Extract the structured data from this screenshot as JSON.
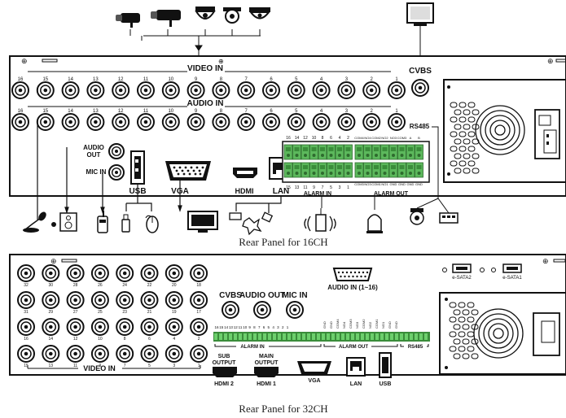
{
  "captions": {
    "panel16": "Rear Panel for 16CH",
    "panel32": "Rear Panel for 32CH"
  },
  "panel16": {
    "video_in": {
      "label": "VIDEO IN",
      "numbers": [
        "16",
        "15",
        "14",
        "13",
        "12",
        "11",
        "10",
        "9",
        "8",
        "7",
        "6",
        "5",
        "4",
        "3",
        "2",
        "1"
      ]
    },
    "audio_in": {
      "label": "AUDIO IN",
      "numbers": [
        "16",
        "15",
        "14",
        "13",
        "12",
        "11",
        "10",
        "9",
        "8",
        "7",
        "6",
        "5",
        "4",
        "3",
        "2",
        "1"
      ]
    },
    "cvbs_label": "CVBS",
    "audio_out_label": [
      "AUDIO",
      "OUT"
    ],
    "mic_in_label": "MIC IN",
    "usb_label": "USB",
    "vga_label": "VGA",
    "hdmi_label": "HDMI",
    "lan_label": "LAN",
    "rs485_label": "RS485",
    "alarm_in": {
      "label": "ALARM IN",
      "top_numbers": [
        "16",
        "14",
        "12",
        "10",
        "8",
        "6",
        "4",
        "2"
      ],
      "bottom_numbers": [
        "15",
        "13",
        "11",
        "9",
        "7",
        "5",
        "3",
        "1"
      ]
    },
    "alarm_out": {
      "label": "ALARM OUT",
      "top_labels": [
        "COM4",
        "NO4",
        "COM2",
        "NO2",
        "NO3",
        "COM3",
        "A",
        "B"
      ],
      "bottom_labels": [
        "COM3",
        "NO3",
        "COM1",
        "NO1",
        "GND",
        "GND",
        "GND",
        "GND"
      ]
    }
  },
  "panel32": {
    "video_in_label": "VIDEO IN",
    "row_numbers": [
      [
        "32",
        "30",
        "28",
        "26",
        "24",
        "22",
        "20",
        "18"
      ],
      [
        "31",
        "29",
        "27",
        "25",
        "23",
        "21",
        "19",
        "17"
      ],
      [
        "16",
        "14",
        "12",
        "10",
        "8",
        "6",
        "4",
        "2"
      ],
      [
        "15",
        "13",
        "11",
        "9",
        "7",
        "5",
        "3",
        "1"
      ]
    ],
    "cvbs_label": "CVBS",
    "audio_out_label": "AUDIO OUT",
    "mic_in_label": "MIC IN",
    "audio_in_label": "AUDIO IN (1~16)",
    "esata2_label": "e-SATA2",
    "esata1_label": "e-SATA1",
    "alarm_in_numbers": [
      "16",
      "15",
      "14",
      "13",
      "12",
      "11",
      "10",
      "9",
      "8",
      "7",
      "6",
      "5",
      "4",
      "3",
      "2",
      "1"
    ],
    "alarm_in_label": "ALARM IN",
    "alarm_out_labels": [
      "GND",
      "GND",
      "COM4",
      "NO4",
      "COM3",
      "NO3",
      "COM2",
      "NO2",
      "COM1",
      "NO1",
      "GND",
      "GND"
    ],
    "alarm_out_label": "ALARM OUT",
    "rs485_label": "RS485",
    "sub_output_label": [
      "SUB",
      "OUTPUT"
    ],
    "main_output_label": [
      "MAIN",
      "OUTPUT"
    ],
    "hdmi2_label": "HDMI 2",
    "hdmi1_label": "HDMI 1",
    "vga_label": "VGA",
    "lan_label": "LAN",
    "usb_label": "USB"
  }
}
